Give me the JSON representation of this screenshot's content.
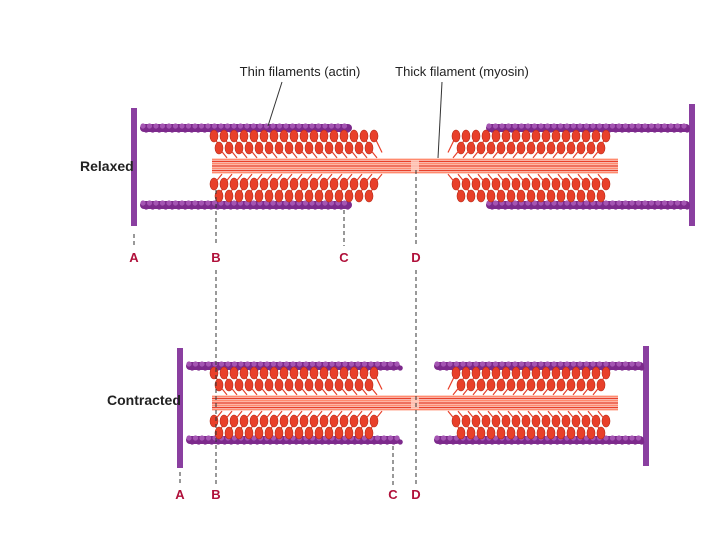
{
  "labels": {
    "thin_filaments": "Thin filaments (actin)",
    "thick_filament": "Thick filament (myosin)",
    "relaxed": "Relaxed",
    "contracted": "Contracted"
  },
  "markers": {
    "relaxed": [
      "A",
      "B",
      "C",
      "D"
    ],
    "contracted": [
      "A",
      "B",
      "C",
      "D"
    ]
  },
  "colors": {
    "actin": "#7d2a8c",
    "actin_light": "#a455b2",
    "z_disc": "#8a3fa0",
    "myosin": "#e8402a",
    "myosin_light": "#ff8a6e",
    "marker_text": "#b0103a",
    "guide_line": "#333333"
  }
}
